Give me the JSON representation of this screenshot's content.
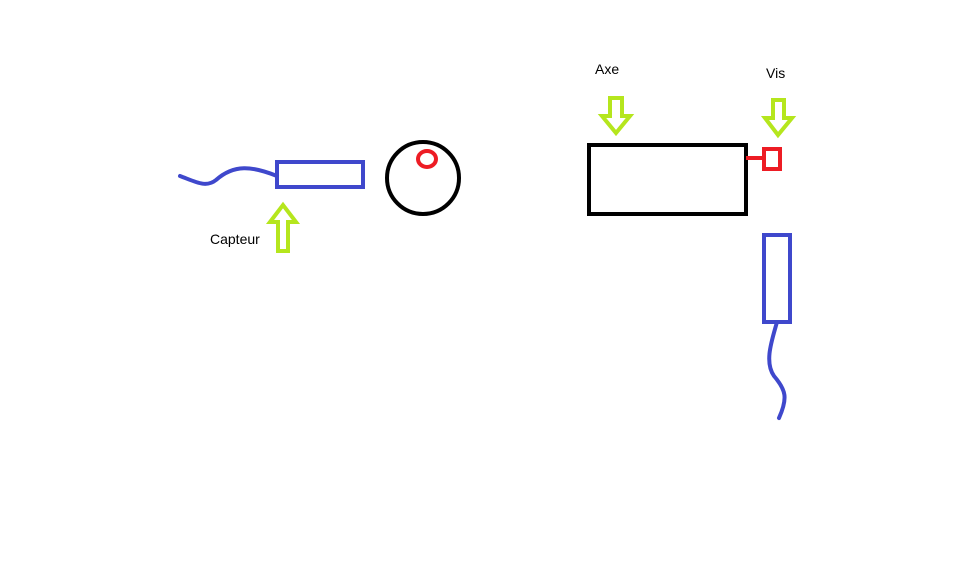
{
  "labels": {
    "capteur": "Capteur",
    "axe": "Axe",
    "vis": "Vis"
  },
  "colors": {
    "sensor": "#3f48cc",
    "arrow": "#b5e61d",
    "screw": "#ed1c24",
    "outline": "#000000",
    "background": "#ffffff"
  }
}
